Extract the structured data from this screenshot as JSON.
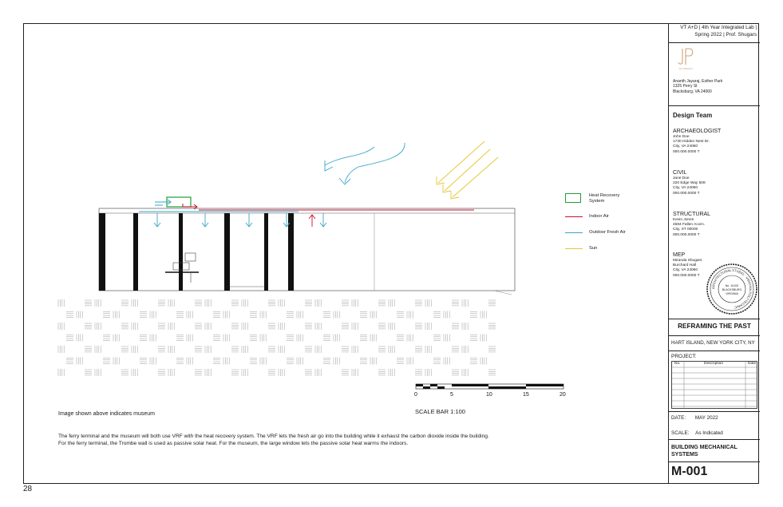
{
  "page_number": "28",
  "caption": "Image shown above indicates museum",
  "description": [
    "The ferry terminal and the museum will both use VRF with the heat recovery system. The VRF lets the fresh air go into the building while it exhaust the carbon dioxide inside the building.",
    "For the ferry terminal, the Trombe wall is used as passive solar heat. For the museum, the large window lets the passive solar heat warms the indoors."
  ],
  "scale_bar": {
    "ticks": [
      "0",
      "5",
      "10",
      "15",
      "20"
    ],
    "label": "SCALE BAR 1:100"
  },
  "legend": [
    {
      "label_lines": [
        "Heat Recovery",
        "System"
      ],
      "color": "#1f9e3a",
      "kind": "box"
    },
    {
      "label_lines": [
        "Indoor Air"
      ],
      "color": "#c8102e",
      "kind": "line"
    },
    {
      "label_lines": [
        "Outdoor Fresh Air"
      ],
      "color": "#3aa6c9",
      "kind": "line"
    },
    {
      "label_lines": [
        "Sun"
      ],
      "color": "#e6c532",
      "kind": "line"
    }
  ],
  "colors": {
    "heat_recovery": "#1f9e3a",
    "indoor_air": "#c8102e",
    "fresh_air": "#3aa6c9",
    "sun": "#e6c532",
    "logo": "#c9a27c"
  },
  "title_block": {
    "course": [
      "VT A+D | 4th Year Integrated Lab |",
      "Spring 2022 | Prof. Shugars"
    ],
    "logo_text": "J+P DESIGN",
    "address": [
      "Ananth Jayaraj, Esther Park",
      "1325 Perry St",
      "Blacksburg, VA 24060"
    ],
    "design_team_title": "Design Team",
    "team": [
      {
        "role": "ARCHAEOLOGIST",
        "lines": [
          "John Doe",
          "1730 Hidden Nest Dr.",
          "City, VA 24060",
          "000.000.0000 T"
        ]
      },
      {
        "role": "CIVIL",
        "lines": [
          "Jane Doe",
          "220 Edge Way 508",
          "City, VA 24060",
          "000.000.0000 T"
        ]
      },
      {
        "role": "STRUCTURAL",
        "lines": [
          "Kevin Jones",
          "4584 Fallen Acorn.",
          "City, ST 00000",
          "000.000.0000 T"
        ]
      },
      {
        "role": "MEP",
        "lines": [
          "Miranda Shugars",
          "Burchard Hall",
          "City, VA 24060",
          "000.000.0000 T"
        ]
      }
    ],
    "seal": {
      "ring_text": "ARCHITECTURAL STUDIO · VIRGINIA POLYTECHNIC",
      "inner": [
        "No. 10100",
        "BLACKSBURG",
        "VIRGINIA"
      ]
    },
    "project_name": "REFRAMING THE PAST",
    "project_location": "HART ISLAND, NEW YORK CITY, NY",
    "project_label": "PROJECT:",
    "rev_headers": [
      "No.",
      "Description",
      "Date"
    ],
    "date_label": "DATE:",
    "date_value": "MAY 2022",
    "scale_label": "SCALE:",
    "scale_value": "As Indicated",
    "sheet_title": [
      "BUILDING MECHANICAL",
      "SYSTEMS"
    ],
    "sheet_number": "M-001"
  }
}
